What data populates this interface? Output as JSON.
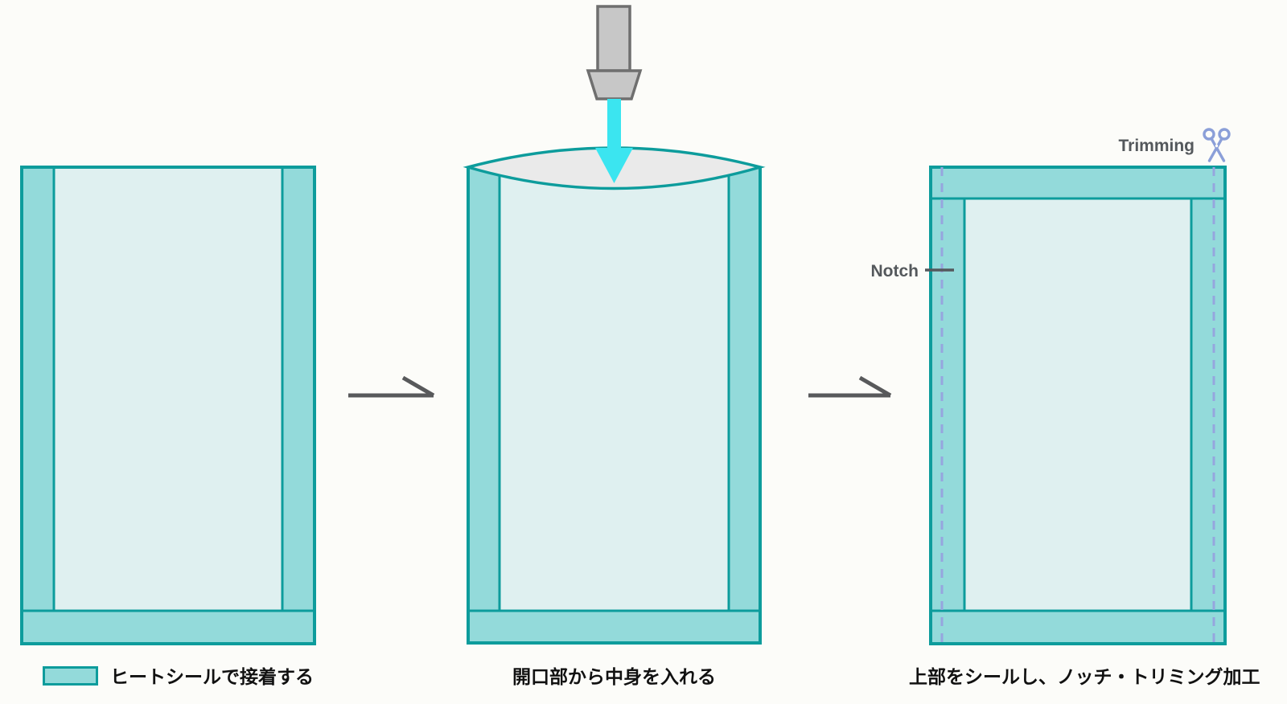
{
  "diagram_type": "process-flow",
  "steps": [
    {
      "caption": "ヒートシールで接着する"
    },
    {
      "caption": "開口部から中身を入れる"
    },
    {
      "caption": "上部をシールし、ノッチ・トリミング加工"
    }
  ],
  "legend": {
    "swatch_meaning": "heat-sealed area",
    "swatch_color": "#93dada"
  },
  "annotations": {
    "notch": "Notch",
    "trimming": "Trimming"
  },
  "icons": {
    "scissors": "✂",
    "funnel": "filling-nozzle",
    "pour_arrow": "↓",
    "step_arrow": "→"
  },
  "colors": {
    "seal_band": "#93dada",
    "pouch_body": "#dff0f0",
    "outline_teal": "#0d9c9c",
    "trim_dash_purple": "#96a5de",
    "pour_cyan": "#3be5f0",
    "nozzle_gray": "#c7c7c7",
    "flow_arrow_gray": "#58595b",
    "caption_text": "#111111",
    "annotation_text": "#54585c"
  }
}
